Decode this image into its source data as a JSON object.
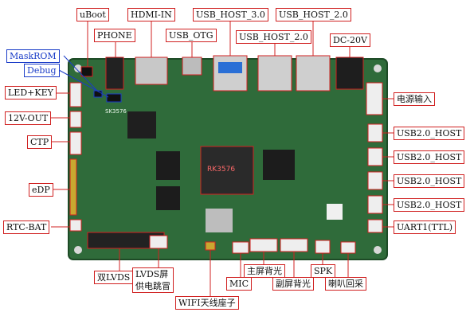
{
  "board": {
    "model": "SK3576",
    "soc_mark": "RK3576"
  },
  "labels": {
    "uboot": "uBoot",
    "hdmi_in": "HDMI-IN",
    "usb_host_30": "USB_HOST_3.0",
    "usb_host_20_top": "USB_HOST_2.0",
    "phone": "PHONE",
    "usb_otg": "USB_OTG",
    "usb_host_20_mid": "USB_HOST_2.0",
    "dc_20v": "DC-20V",
    "maskrom": "MaskROM",
    "debug": "Debug",
    "led_key": "LED+KEY",
    "v12_out": "12V-OUT",
    "ctp": "CTP",
    "edp": "eDP",
    "rtc_bat": "RTC-BAT",
    "power_in": "电源输入",
    "usb20_host_1": "USB2.0_HOST",
    "usb20_host_2": "USB2.0_HOST",
    "usb20_host_3": "USB2.0_HOST",
    "usb20_host_4": "USB2.0_HOST",
    "uart1": "UART1(TTL)",
    "dual_lvds": "双LVDS",
    "lvds_jumper": "LVDS屏\n供电跳冒",
    "wifi_ant": "WIFI天线座子",
    "mic": "MIC",
    "main_backlight": "主屏背光",
    "sub_backlight": "副屏背光",
    "spk": "SPK",
    "horn_loop": "喇叭回采"
  },
  "colors": {
    "pcb": "#2f6b3a",
    "callout_red": "#d02020",
    "callout_blue": "#1a3cc8"
  }
}
